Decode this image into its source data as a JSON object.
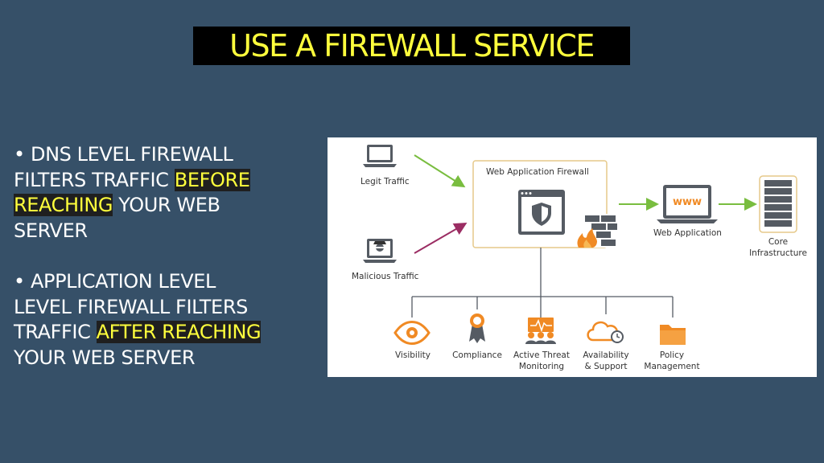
{
  "slide": {
    "title": "USE A FIREWALL SERVICE",
    "bullet1": {
      "line1": "• DNS LEVEL FIREWALL",
      "line2_pre": "FILTERS TRAFFIC ",
      "line2_hl": "BEFORE",
      "line3_hl": "REACHING",
      "line3_post": " YOUR WEB",
      "line4": "SERVER"
    },
    "bullet2": {
      "line1": "• APPLICATION LEVEL",
      "line2": "LEVEL FIREWALL FILTERS",
      "line3_pre": "TRAFFIC ",
      "line3_hl": "AFTER REACHING",
      "line4": "YOUR WEB SERVER"
    }
  },
  "diagram": {
    "legit_traffic": "Legit Traffic",
    "malicious_traffic": "Malicious Traffic",
    "waf_title": "Web Application Firewall",
    "www": "www",
    "web_application": "Web Application",
    "core_line1": "Core",
    "core_line2": "Infrastructure",
    "services": [
      {
        "line1": "Visibility",
        "line2": "",
        "icon": "eye-icon"
      },
      {
        "line1": "Compliance",
        "line2": "",
        "icon": "ribbon-icon"
      },
      {
        "line1": "Active Threat",
        "line2": "Monitoring",
        "icon": "monitoring-icon"
      },
      {
        "line1": "Availability",
        "line2": "& Support",
        "icon": "cloud-clock-icon"
      },
      {
        "line1": "Policy",
        "line2": "Management",
        "icon": "folder-icon"
      }
    ],
    "colors": {
      "orange": "#f08a24",
      "green": "#79bd3f",
      "purple": "#9b2d63",
      "dark": "#555b63",
      "box_border": "#e6c98a"
    }
  }
}
